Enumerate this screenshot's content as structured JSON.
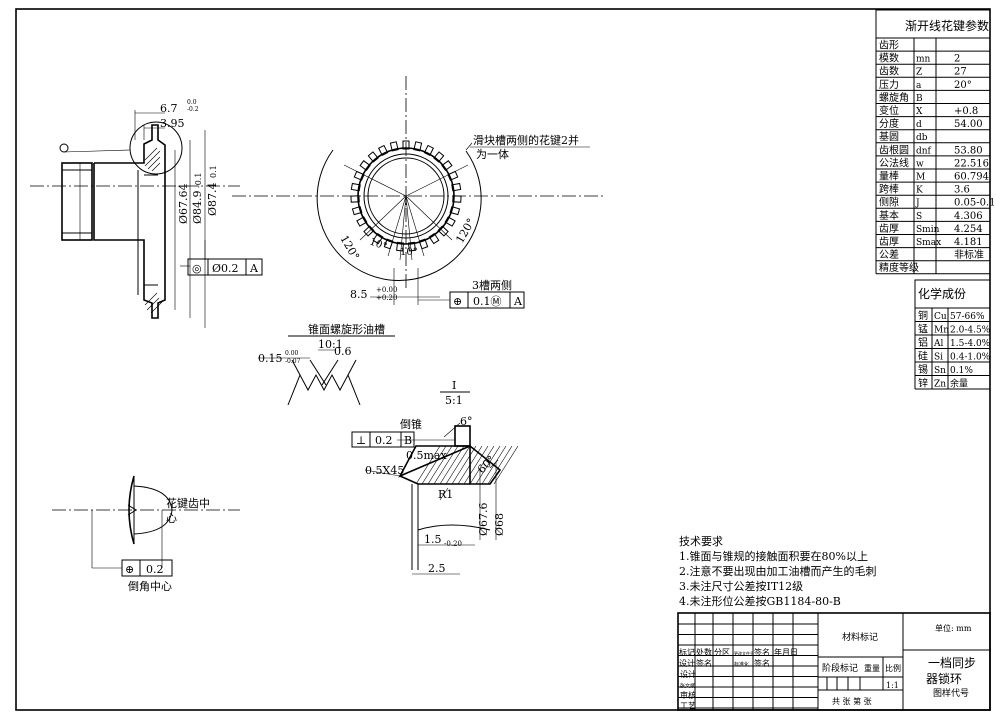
{
  "param_table": {
    "title": "渐开线花键参数",
    "rows": [
      {
        "name": "齿形",
        "sym": "",
        "val": ""
      },
      {
        "name": "模数",
        "sym": "mn",
        "val": "2"
      },
      {
        "name": "齿数",
        "sym": "Z",
        "val": "27"
      },
      {
        "name": "压力",
        "sym": "a",
        "val": "20°"
      },
      {
        "name": "螺旋角",
        "sym": "B",
        "val": ""
      },
      {
        "name": "变位",
        "sym": "X",
        "val": "+0.8"
      },
      {
        "name": "分度",
        "sym": "d",
        "val": "54.00"
      },
      {
        "name": "基圆",
        "sym": "db",
        "val": ""
      },
      {
        "name": "齿根圆",
        "sym": "dnf",
        "val": "53.80"
      },
      {
        "name": "公法线",
        "sym": "w",
        "val": "22.516"
      },
      {
        "name": "量棒",
        "sym": "M",
        "val": "60.794"
      },
      {
        "name": "跨棒",
        "sym": "K",
        "val": "3.6"
      },
      {
        "name": "侧隙",
        "sym": "J",
        "val": "0.05-0.1"
      },
      {
        "name": "基本",
        "sym": "S",
        "val": "4.306"
      },
      {
        "name": "齿厚",
        "sym": "Smin",
        "val": "4.254"
      },
      {
        "name": "齿厚",
        "sym": "Smax",
        "val": "4.181"
      },
      {
        "name": "公差",
        "sym": "",
        "val": "非标准"
      },
      {
        "name": "精度等级",
        "sym": "",
        "val": ""
      }
    ]
  },
  "chem_table": {
    "title": "化学成份",
    "rows": [
      {
        "name": "铜",
        "sym": "Cu",
        "val": "57-66%"
      },
      {
        "name": "锰",
        "sym": "Mn",
        "val": "2.0-4.5%"
      },
      {
        "name": "铝",
        "sym": "Al",
        "val": "1.5-4.0%"
      },
      {
        "name": "硅",
        "sym": "Si",
        "val": "0.4-1.0%"
      },
      {
        "name": "锡",
        "sym": "Sn",
        "val": "0.1%"
      },
      {
        "name": "锌",
        "sym": "Zn",
        "val": "余量"
      }
    ]
  },
  "notes": {
    "title": "技术要求",
    "items": [
      "1.锥面与锥规的接触面积要在80%以上",
      "2.注意不要出现由加工油槽而产生的毛刺",
      "3.未注尺寸公差按IT12级",
      "4.未注形位公差按GB1184-80-B"
    ]
  },
  "title_block": {
    "material_label": "材料标记",
    "unit_label": "单位: mm",
    "part_name_1": "一档同步",
    "part_name_2": "器锁环",
    "drawing_no_label": "图样代号",
    "stage_label": "阶段标记",
    "weight_label": "重量",
    "scale_label": "比例",
    "scale_value": "1:1",
    "sheets_label": "共 张 第 张",
    "row_marks": [
      "标记",
      "处数",
      "分区",
      "更改文件号",
      "签名",
      "年月日"
    ],
    "row_design": [
      "设计",
      "签名",
      "",
      "标准化",
      "签名"
    ],
    "left_labels": [
      "设计",
      "张文斌",
      "审核",
      "工艺"
    ]
  },
  "annotations": {
    "dim_67": "6.7",
    "dim_67_tol_top": "0.0",
    "dim_67_tol_bot": "-0.2",
    "dim_395": "3.95",
    "dia_676": "Ø67.64",
    "dia_849": "Ø84.9",
    "dia_849_tol": "-0.1",
    "dia_874": "Ø87.4",
    "dia_874_tol": "0.1",
    "fcf_1_sym": "◎",
    "fcf_1_tol": "Ø0.2",
    "fcf_1_ref": "A",
    "datum_a": "A",
    "spline_note_1": "滑块槽两侧的花键2并",
    "spline_note_2": "为一体",
    "angle_120_l": "120°",
    "angle_120_r": "120°",
    "angle_10_a": "10°",
    "angle_10_b": "10°",
    "dim_85": "8.5",
    "dim_85_tol_top": "+0.00",
    "dim_85_tol_bot": "+0.20",
    "slot_note": "3槽两侧",
    "fcf_2_sym": "⊕",
    "fcf_2_tol": "0.1Ⓜ",
    "fcf_2_ref": "A",
    "oil_groove": "锥面螺旋形油槽",
    "scale_10_1": "10:1",
    "dim_06": "0.6",
    "dim_015": "0.15",
    "dim_015_tol_top": "0.00",
    "dim_015_tol_bot": "-0.07",
    "detail_i": "I",
    "scale_5_1": "5:1",
    "chamfer_label": "倒锥",
    "fcf_3_sym": "⊥",
    "fcf_3_tol": "0.2",
    "fcf_3_ref": "B",
    "angle_6": "6°",
    "dim_05max": "0.5max",
    "dim_05x45": "0.5X45",
    "angle_60": "60°",
    "r1": "R1",
    "dim_15": "1.5",
    "dim_15_tol": "-0.20",
    "dim_25": "2.5",
    "dia_67_6": "Ø67.6",
    "dia_68": "Ø68",
    "spline_center_1": "花键齿中",
    "spline_center_2": "心",
    "fcf_4_sym": "⊕",
    "fcf_4_tol": "0.2",
    "chamfer_center": "倒角中心",
    "circle_mark": "I"
  }
}
